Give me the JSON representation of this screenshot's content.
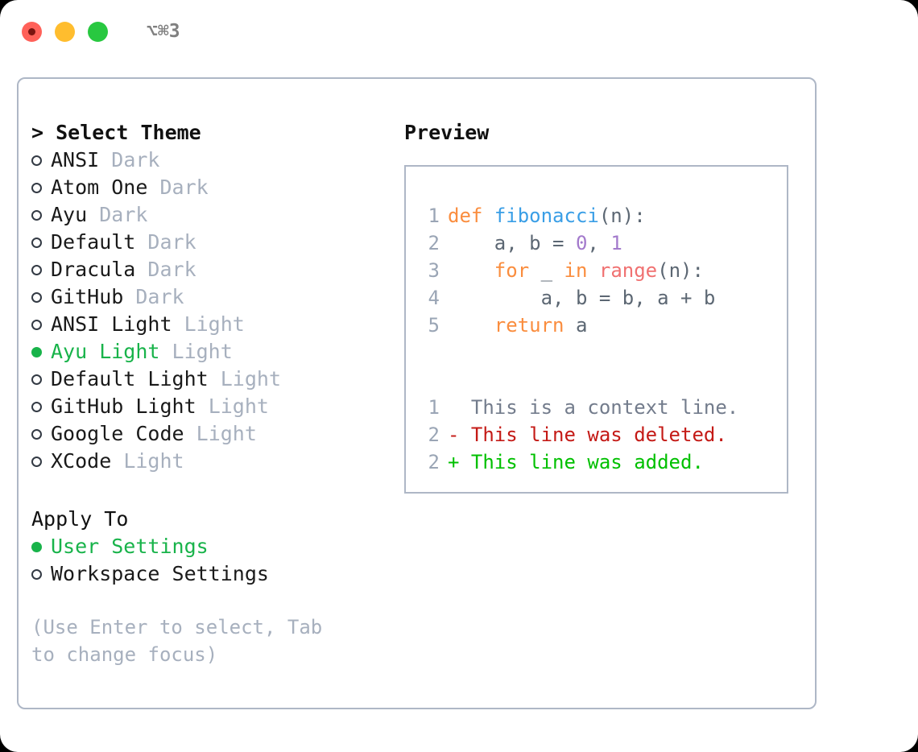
{
  "titlebar": {
    "shortcut": "⌥⌘3",
    "buttons": [
      {
        "name": "close",
        "color": "#ff6159"
      },
      {
        "name": "minimize",
        "color": "#ffbd2e"
      },
      {
        "name": "maximize",
        "color": "#28c840"
      }
    ]
  },
  "theme_section": {
    "heading": "> Select Theme",
    "items": [
      {
        "label": "ANSI",
        "kind": "Dark",
        "selected": false
      },
      {
        "label": "Atom One",
        "kind": "Dark",
        "selected": false
      },
      {
        "label": "Ayu",
        "kind": "Dark",
        "selected": false
      },
      {
        "label": "Default",
        "kind": "Dark",
        "selected": false
      },
      {
        "label": "Dracula",
        "kind": "Dark",
        "selected": false
      },
      {
        "label": "GitHub",
        "kind": "Dark",
        "selected": false
      },
      {
        "label": "ANSI Light",
        "kind": "Light",
        "selected": false
      },
      {
        "label": "Ayu Light",
        "kind": "Light",
        "selected": true
      },
      {
        "label": "Default Light",
        "kind": "Light",
        "selected": false
      },
      {
        "label": "GitHub Light",
        "kind": "Light",
        "selected": false
      },
      {
        "label": "Google Code",
        "kind": "Light",
        "selected": false
      },
      {
        "label": "XCode",
        "kind": "Light",
        "selected": false
      }
    ]
  },
  "apply_section": {
    "heading": "Apply To",
    "items": [
      {
        "label": "User Settings",
        "selected": true
      },
      {
        "label": "Workspace Settings",
        "selected": false
      }
    ]
  },
  "hint": "(Use Enter to select, Tab to change focus)",
  "preview": {
    "title": "Preview",
    "code_lines": [
      {
        "num": "1",
        "tokens": [
          {
            "t": "def",
            "c": "tok-kw"
          },
          {
            "t": " ",
            "c": "tok-pl"
          },
          {
            "t": "fibonacci",
            "c": "tok-fn"
          },
          {
            "t": "(n):",
            "c": "tok-pl"
          }
        ]
      },
      {
        "num": "2",
        "tokens": [
          {
            "t": "    a, b ",
            "c": "tok-pl"
          },
          {
            "t": "= ",
            "c": "tok-op"
          },
          {
            "t": "0",
            "c": "tok-num"
          },
          {
            "t": ", ",
            "c": "tok-pl"
          },
          {
            "t": "1",
            "c": "tok-num"
          }
        ]
      },
      {
        "num": "3",
        "tokens": [
          {
            "t": "    ",
            "c": "tok-pl"
          },
          {
            "t": "for",
            "c": "tok-kw"
          },
          {
            "t": " _ ",
            "c": "tok-pl"
          },
          {
            "t": "in",
            "c": "tok-kw"
          },
          {
            "t": " ",
            "c": "tok-pl"
          },
          {
            "t": "range",
            "c": "tok-bi"
          },
          {
            "t": "(n):",
            "c": "tok-pl"
          }
        ]
      },
      {
        "num": "4",
        "tokens": [
          {
            "t": "        a, b = b, a + b",
            "c": "tok-pl"
          }
        ]
      },
      {
        "num": "5",
        "tokens": [
          {
            "t": "    ",
            "c": "tok-pl"
          },
          {
            "t": "return",
            "c": "tok-kw"
          },
          {
            "t": " a",
            "c": "tok-pl"
          }
        ]
      }
    ],
    "diff_lines": [
      {
        "num": "1",
        "marker": "  ",
        "text": "This is a context line.",
        "c": "diff-ctx"
      },
      {
        "num": "2",
        "marker": "- ",
        "text": "This line was deleted.",
        "c": "diff-del"
      },
      {
        "num": "2",
        "marker": "+ ",
        "text": "This line was added.",
        "c": "diff-add"
      }
    ]
  },
  "colors": {
    "accent_green": "#18b34a",
    "muted": "#a7b0be",
    "border": "#aeb7c6",
    "keyword": "#fa8d3e",
    "function": "#399ee6",
    "number": "#a37acc",
    "builtin": "#f07171",
    "plain": "#5c6773",
    "diff_context": "#737c8c",
    "diff_deleted": "#c41a16",
    "diff_added": "#00c000"
  }
}
